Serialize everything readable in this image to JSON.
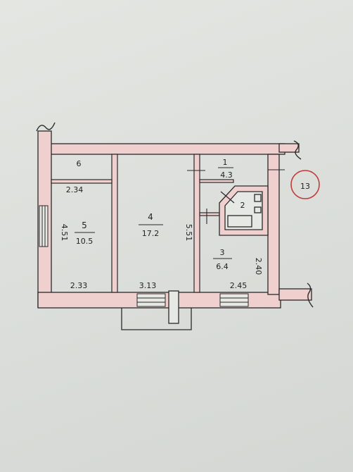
{
  "plan_number": "13",
  "rooms": [
    {
      "id": "room-1",
      "number": "1",
      "area": "4.3"
    },
    {
      "id": "room-2",
      "number": "2"
    },
    {
      "id": "room-3",
      "number": "3",
      "area": "6.4"
    },
    {
      "id": "room-4",
      "number": "4",
      "area": "17.2"
    },
    {
      "id": "room-5",
      "number": "5",
      "area": "10.5"
    },
    {
      "id": "room-6",
      "number": "6"
    }
  ],
  "dimensions": {
    "room6_width": "2.34",
    "room5_height": "4.51",
    "middle_height": "5.51",
    "room3_height": "2.40",
    "bottom_left": "2.33",
    "bottom_middle": "3.13",
    "bottom_right": "2.45"
  },
  "colors": {
    "wall_fill": "#f0cfcf",
    "line": "#2a2a2a",
    "stamp": "#c23a3a"
  }
}
